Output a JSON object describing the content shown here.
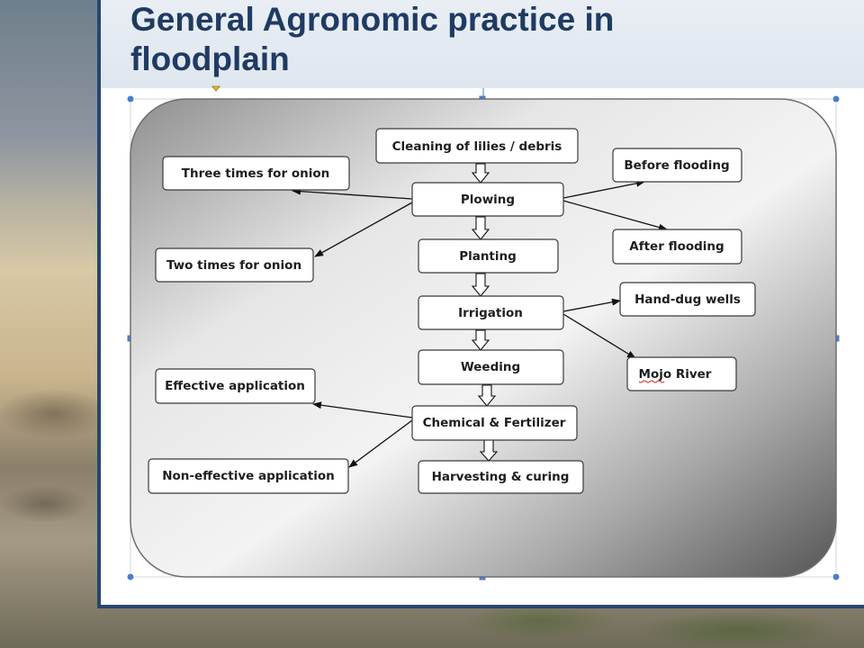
{
  "slide": {
    "title_line1": "General Agronomic practice in",
    "title_line2": "floodplain"
  },
  "diagram": {
    "main_steps": [
      "Cleaning of lilies / debris",
      "Plowing",
      "Planting",
      "Irrigation",
      "Weeding",
      "Chemical & Fertilizer",
      "Harvesting & curing"
    ],
    "side_nodes": {
      "plow_left_top": "Three times for onion",
      "plow_left_bottom": "Two times for onion",
      "plow_right_top": "Before flooding",
      "plow_right_bottom": "After flooding",
      "irrigation_top": "Hand-dug wells",
      "irrigation_bottom": "Mojo River",
      "chem_left_top": "Effective application",
      "chem_left_bottom": "Non-effective application"
    }
  },
  "colors": {
    "title": "#1f3b63",
    "panel_border": "#27466e",
    "selection_handle": "#4a7fc9"
  }
}
